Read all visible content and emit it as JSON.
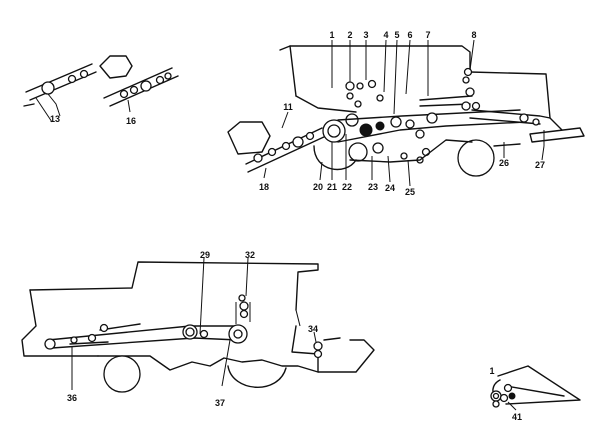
{
  "callouts": {
    "c1": "1",
    "c2": "2",
    "c3": "3",
    "c4": "4",
    "c5": "5",
    "c6": "6",
    "c7": "7",
    "c8": "8",
    "c11": "11",
    "c13": "13",
    "c16": "16",
    "c18": "18",
    "c20": "20",
    "c21": "21",
    "c22": "22",
    "c23": "23",
    "c24": "24",
    "c25": "25",
    "c26": "26",
    "c27": "27",
    "c29": "29",
    "c32": "32",
    "c34": "34",
    "c36": "36",
    "c37": "37",
    "c41": "41",
    "c_small": "1"
  }
}
